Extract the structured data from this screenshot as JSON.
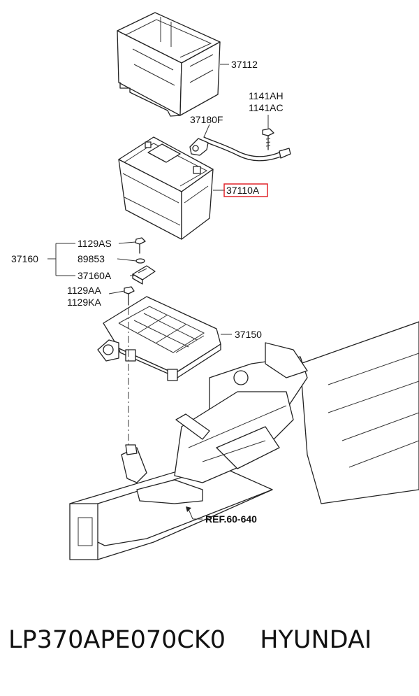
{
  "diagram": {
    "labels": {
      "p37112": "37112",
      "p1141ah": "1141AH",
      "p1141ac": "1141AC",
      "p37180f": "37180F",
      "p37110a": "37110A",
      "p37160": "37160",
      "p1129as": "1129AS",
      "p89853": "89853",
      "p37160a": "37160A",
      "p1129aa": "1129AA",
      "p1129ka": "1129KA",
      "p37150": "37150",
      "ref": "REF.60-640"
    },
    "highlight_color": "#e0252b"
  },
  "caption": {
    "part_number": "LP370APE070CK0",
    "brand": "HYUNDAI"
  }
}
